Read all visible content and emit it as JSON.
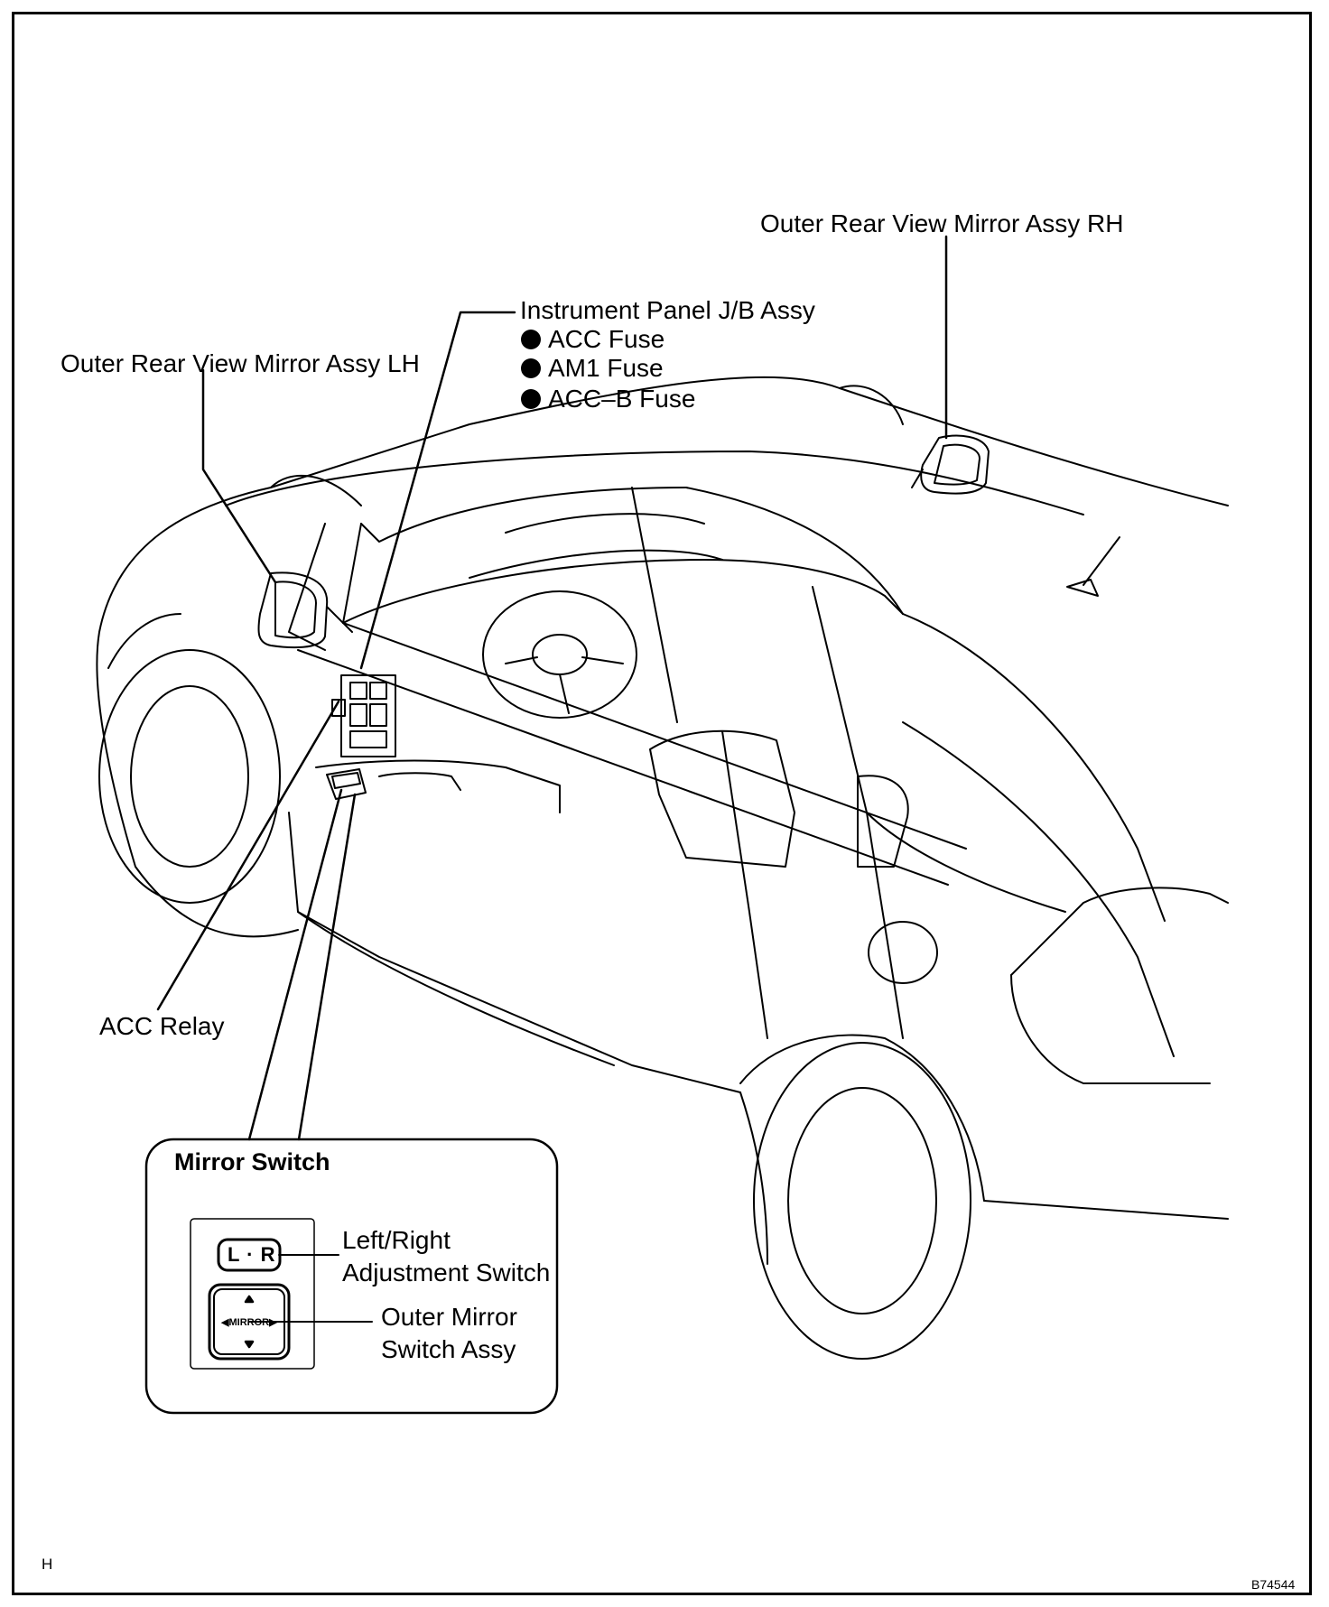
{
  "labels": {
    "mirror_rh": "Outer Rear View Mirror Assy RH",
    "mirror_lh": "Outer Rear View Mirror Assy LH",
    "jb_assy": "Instrument Panel J/B Assy",
    "fuses": [
      "ACC Fuse",
      "AM1 Fuse",
      "ACC–B Fuse"
    ],
    "acc_relay": "ACC Relay",
    "inset_title": "Mirror Switch",
    "lr_switch_line1": "Left/Right",
    "lr_switch_line2": "Adjustment Switch",
    "outer_switch_line1": "Outer Mirror",
    "outer_switch_line2": "Switch Assy"
  },
  "switch_face": {
    "lr_text": "L · R",
    "mirror_text": "MIRROR"
  },
  "corner": {
    "left": "H",
    "right": "B74544"
  },
  "colors": {
    "line": "#000000",
    "background": "#ffffff"
  }
}
